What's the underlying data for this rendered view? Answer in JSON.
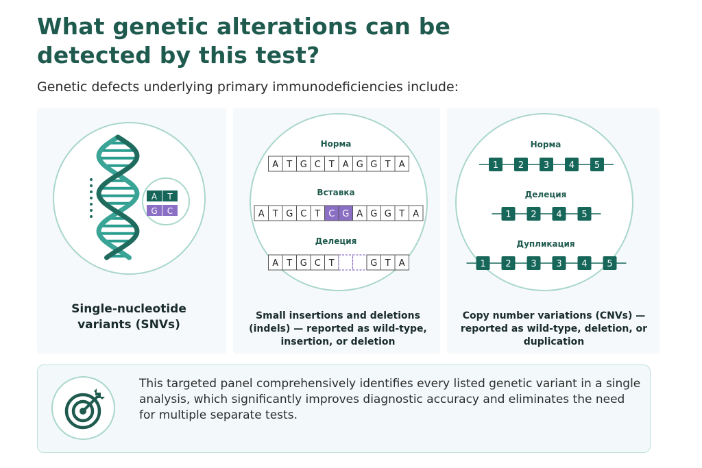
{
  "header": {
    "title": "What genetic alterations can be detected by this test?",
    "subtitle": "Genetic defects underlying primary immunodeficiencies include:"
  },
  "snv": {
    "caption": "Single-nucleotide variants (SNVs)",
    "pair_top": [
      "A",
      "T"
    ],
    "pair_bottom": [
      "G",
      "C"
    ],
    "icon": "dna-helix-icon"
  },
  "indels": {
    "caption": "Small insertions and deletions (indels) — reported as wild-type, insertion, or deletion",
    "rows": [
      {
        "label": "Норма",
        "bases": [
          "A",
          "T",
          "G",
          "C",
          "T",
          "A",
          "G",
          "G",
          "T",
          "A"
        ],
        "highlight": []
      },
      {
        "label": "Вставка",
        "bases": [
          "A",
          "T",
          "G",
          "C",
          "T",
          "C",
          "G",
          "A",
          "G",
          "G",
          "T",
          "A"
        ],
        "highlight": [
          5,
          6
        ]
      },
      {
        "label": "Делеция",
        "bases": [
          "A",
          "T",
          "G",
          "C",
          "T",
          "",
          "",
          "G",
          "T",
          "A"
        ],
        "gaps": [
          5,
          6
        ]
      }
    ]
  },
  "cnv": {
    "caption": "Copy number variations (CNVs) — reported as wild-type, deletion, or duplication",
    "rows": [
      {
        "label": "Норма",
        "segments": [
          "1",
          "2",
          "3",
          "4",
          "5"
        ]
      },
      {
        "label": "Делеция",
        "segments": [
          "1",
          "2",
          "4",
          "5"
        ]
      },
      {
        "label": "Дупликация",
        "segments": [
          "1",
          "2",
          "3",
          "3",
          "4",
          "5"
        ]
      }
    ]
  },
  "footer": {
    "text": "This targeted panel comprehensively identifies every listed genetic variant in a single analysis, which significantly improves diagnostic accuracy and eliminates the need for multiple separate tests.",
    "icon": "target-icon"
  },
  "colors": {
    "teal_dark": "#1f5a4e",
    "teal": "#2a9d8f",
    "teal_block": "#17665a",
    "purple": "#8a6fc4",
    "circle_border": "#a9d6cb"
  }
}
